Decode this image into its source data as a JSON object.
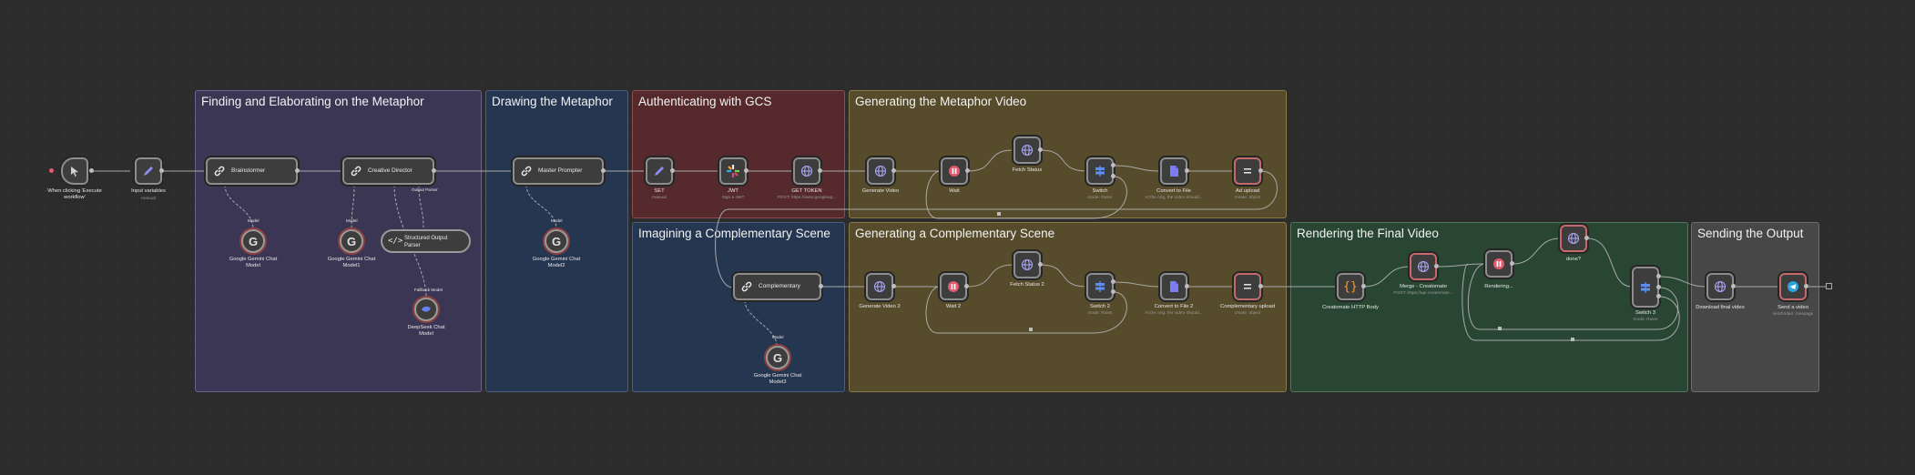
{
  "stickies": [
    {
      "title": "Finding and Elaborating on the Metaphor",
      "bg": "#3b3654",
      "border": "#6a628e"
    },
    {
      "title": "Drawing the Metaphor",
      "bg": "#253650",
      "border": "#4a5f80"
    },
    {
      "title": "Authenticating with GCS",
      "bg": "#562a2d",
      "border": "#8a4d50"
    },
    {
      "title": "Generating the Metaphor Video",
      "bg": "#564b2a",
      "border": "#8a7a4a"
    },
    {
      "title": "Imagining a Complementary Scene",
      "bg": "#253650",
      "border": "#4a5f80"
    },
    {
      "title": "Generating a Complementary Scene",
      "bg": "#564b2a",
      "border": "#8a7a4a"
    },
    {
      "title": "Rendering the Final Video",
      "bg": "#284632",
      "border": "#4d7a5a"
    },
    {
      "title": "Sending the Output",
      "bg": "#474747",
      "border": "#6e6e6e"
    }
  ],
  "nodes": {
    "trigger": {
      "label": "When clicking 'Execute\nworkflow'"
    },
    "input_variables": {
      "label": "Input variables",
      "sub": "manual"
    },
    "brainstormer": {
      "label": "Brainstormer"
    },
    "creative_director": {
      "label": "Creative Director"
    },
    "master_prompter": {
      "label": "Master Prompter"
    },
    "set": {
      "label": "SET",
      "sub": "manual"
    },
    "jwt": {
      "label": "JWT",
      "sub": "Sign a JWT"
    },
    "get_token": {
      "label": "GET TOKEN",
      "sub": "POST: https://www.googleap..."
    },
    "generate_video": {
      "label": "Generate Video"
    },
    "wait": {
      "label": "Wait"
    },
    "fetch_status": {
      "label": "Fetch Status"
    },
    "switch": {
      "label": "Switch",
      "sub": "mode: Rules"
    },
    "convert_to_file": {
      "label": "Convert to File",
      "sub": "At the orig, the video should..."
    },
    "ad_upload": {
      "label": "Ad upload",
      "sub": "create: object"
    },
    "gemini_model": {
      "label": "Google Gemini Chat\nModel"
    },
    "gemini_model1": {
      "label": "Google Gemini Chat\nModel1"
    },
    "structured_parser": {
      "label": "Structured Output\nParser"
    },
    "deepseek_model": {
      "label": "DeepSeek Chat\nModel"
    },
    "gemini_model2": {
      "label": "Google Gemini Chat\nModel2"
    },
    "complementary": {
      "label": "Complementary"
    },
    "gemini_model3": {
      "label": "Google Gemini Chat\nModel3"
    },
    "generate_video_2": {
      "label": "Generate Video 2"
    },
    "wait_2": {
      "label": "Wait 2"
    },
    "fetch_status_2": {
      "label": "Fetch Status 2"
    },
    "switch_2": {
      "label": "Switch 2",
      "sub": "mode: Rules"
    },
    "convert_to_file_2": {
      "label": "Convert to File 2",
      "sub": "At the orig, the video should..."
    },
    "complementary_upload": {
      "label": "Complementary upload",
      "sub": "create: object"
    },
    "creatomate_body": {
      "label": "Creatomate HTTP Body"
    },
    "merge_creatomate": {
      "label": "Merge - Creatomate",
      "sub": "POST: https://api.creatomate..."
    },
    "rendering": {
      "label": "Rendering..."
    },
    "done": {
      "label": "done?"
    },
    "switch_3": {
      "label": "Switch 3",
      "sub": "mode: Rules"
    },
    "download_final_video": {
      "label": "Download final video"
    },
    "send_video": {
      "label": "Send a video",
      "sub": "sendVideo: message"
    }
  },
  "edge_labels": {
    "model": "Model",
    "parser": "Output Parser",
    "fallback": "Fallback Model"
  },
  "colors": {
    "canvas": "#2c2c2c",
    "wire": "#a8a8a8",
    "http_icon": "#a9a5f0",
    "wait_icon": "#e25b6f",
    "accent_red": "#c46a6a"
  },
  "icons": {
    "trigger": "cursor-icon",
    "edit": "pencil-icon",
    "chain": "link-icon",
    "http": "globe-icon",
    "wait": "pause-icon",
    "switch": "signpost-icon",
    "file": "file-icon",
    "gcs": "equals-icon",
    "code": "braces-icon",
    "telegram": "telegram-icon"
  }
}
